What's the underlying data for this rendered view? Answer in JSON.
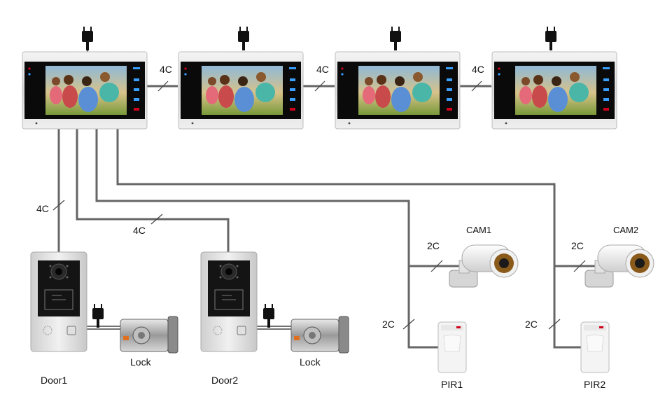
{
  "monitors": [
    {
      "label": ""
    },
    {
      "label": ""
    },
    {
      "label": ""
    },
    {
      "label": ""
    }
  ],
  "bus_labels": {
    "monitor_link_1": "4C",
    "monitor_link_2": "4C",
    "monitor_link_3": "4C",
    "door1_cable": "4C",
    "door2_cable": "4C",
    "cam1_cable": "2C",
    "cam2_cable": "2C",
    "pir1_cable": "2C",
    "pir2_cable": "2C"
  },
  "devices": {
    "door1": "Door1",
    "door2": "Door2",
    "lock1": "Lock",
    "lock2": "Lock",
    "cam1": "CAM1",
    "cam2": "CAM2",
    "pir1": "PIR1",
    "pir2": "PIR2"
  },
  "colors": {
    "wire": "#666666",
    "monitor_silver": "#e6e6e6",
    "screen_black": "#0a0a0a",
    "accent_red": "#d0021b",
    "accent_blue": "#3aa0ff"
  }
}
